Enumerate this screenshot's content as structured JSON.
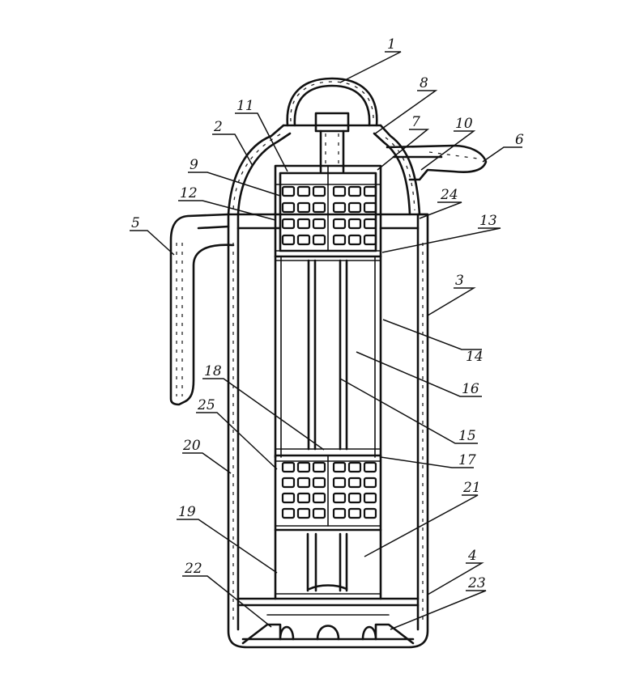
{
  "labels": {
    "l1": "1",
    "l2": "2",
    "l3": "3",
    "l4": "4",
    "l5": "5",
    "l6": "6",
    "l7": "7",
    "l8": "8",
    "l9": "9",
    "l10": "10",
    "l11": "11",
    "l12": "12",
    "l13": "13",
    "l14": "14",
    "l15": "15",
    "l16": "16",
    "l17": "17",
    "l18": "18",
    "l19": "19",
    "l20": "20",
    "l21": "21",
    "l22": "22",
    "l23": "23",
    "l24": "24",
    "l25": "25"
  },
  "colors": {
    "ink": "#111111",
    "paper": "#ffffff"
  }
}
